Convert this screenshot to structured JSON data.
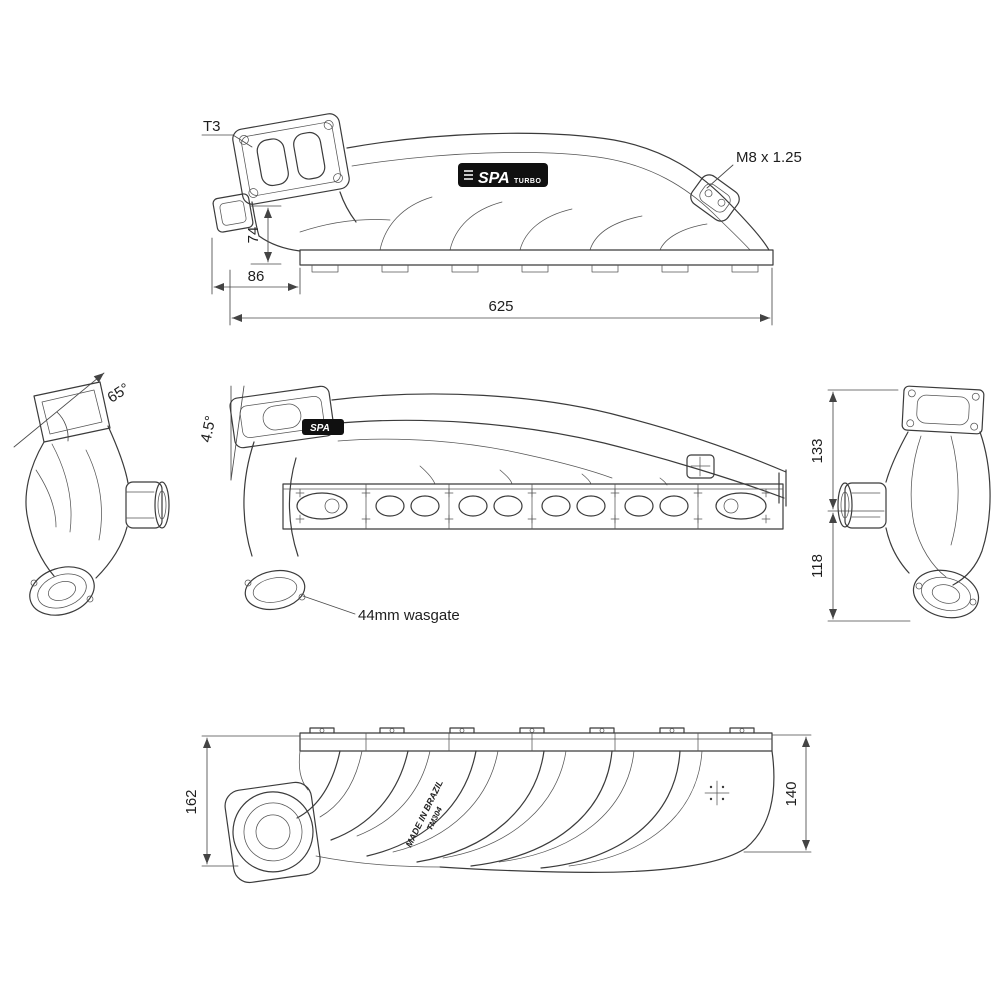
{
  "drawing": {
    "background": "#ffffff",
    "line_color": "#3b3b3b",
    "logo_plate_color": "#101010"
  },
  "side_view": {
    "flange_label": "T3",
    "thread_label": "M8 x 1.25",
    "dim_height": "74",
    "dim_offset": "86",
    "dim_length": "625"
  },
  "left_end_view": {
    "dim_angle": "65°"
  },
  "front_view": {
    "dim_angle": "4.5°",
    "wastegate_label": "44mm wasgate"
  },
  "right_end_view": {
    "dim_upper": "133",
    "dim_lower": "118"
  },
  "plan_view": {
    "dim_left": "162",
    "dim_right": "140",
    "made_in_label": "MADE IN BRAZIL",
    "part_number": "TM304"
  },
  "logo": {
    "brand": "SPA",
    "sub_brand": "TURBO"
  }
}
